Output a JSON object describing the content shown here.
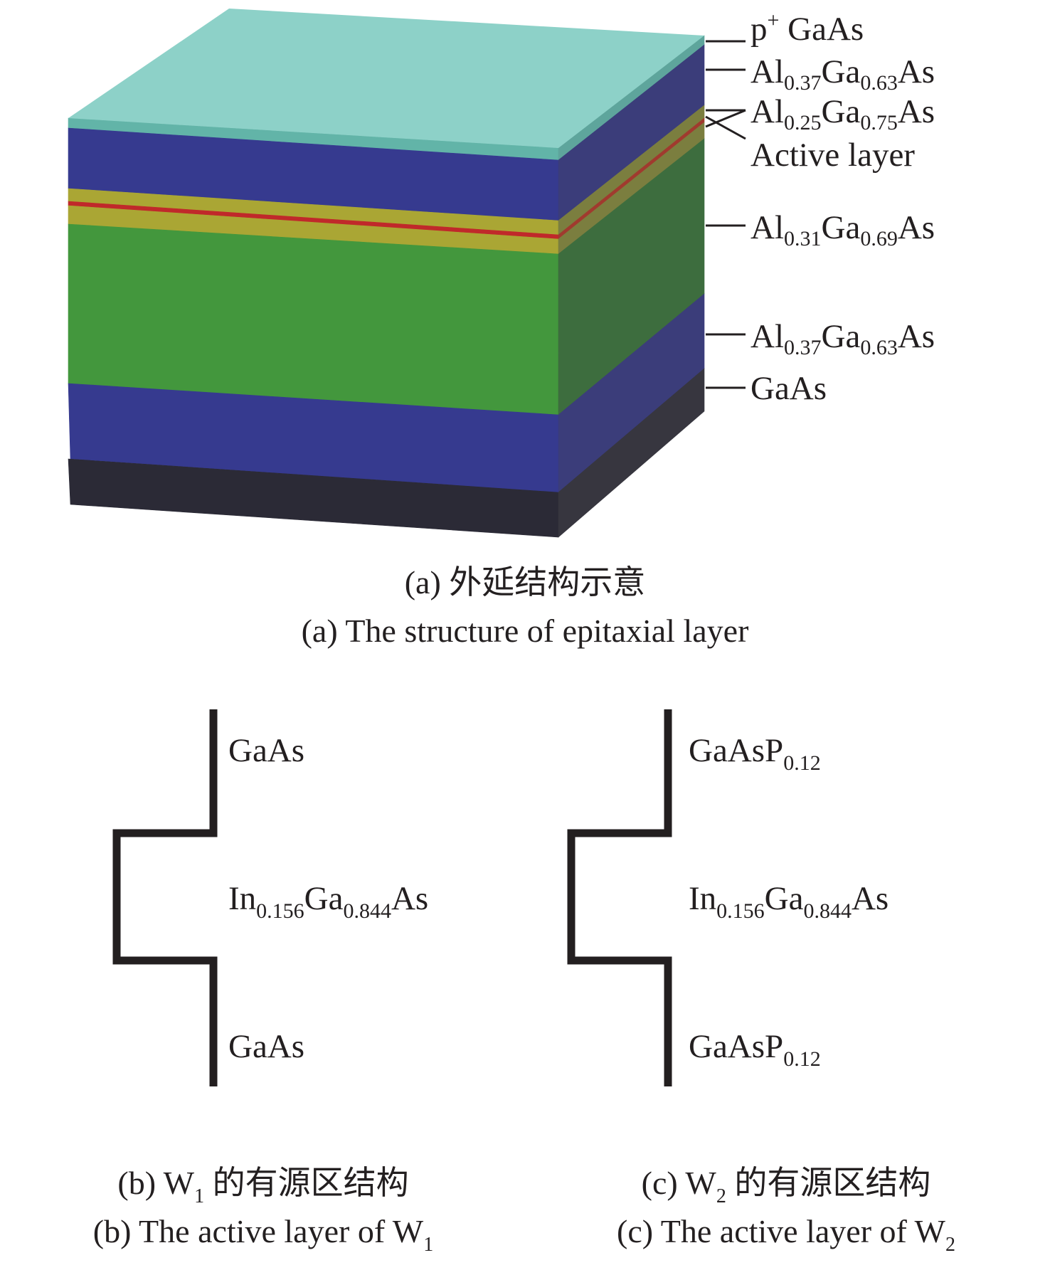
{
  "figure_a": {
    "layers": [
      {
        "id": "p-gaas",
        "label_main": "p",
        "label_sup": "+",
        "label_rest": " GaAs",
        "front_color": "#62b4a8",
        "side_color": "#5ea59c"
      },
      {
        "id": "al037-top",
        "label_parts": [
          "Al",
          "0.37",
          "Ga",
          "0.63",
          "As"
        ],
        "front_color": "#363a8f",
        "side_color": "#3b3d7a"
      },
      {
        "id": "al025-top",
        "label_parts": [
          "Al",
          "0.25",
          "Ga",
          "0.75",
          "As"
        ],
        "front_color": "#aaa634",
        "side_color": "#7b7e3f"
      },
      {
        "id": "active",
        "label": "Active layer",
        "front_color": "#c0292a",
        "side_color": "#a03a2e"
      },
      {
        "id": "al025-bottom",
        "front_color": "#aaa634",
        "side_color": "#7b7e3f"
      },
      {
        "id": "al031",
        "label_parts": [
          "Al",
          "0.31",
          "Ga",
          "0.69",
          "As"
        ],
        "front_color": "#43973d",
        "side_color": "#3d6d3e"
      },
      {
        "id": "al037-bottom",
        "label_parts": [
          "Al",
          "0.37",
          "Ga",
          "0.63",
          "As"
        ],
        "front_color": "#363a8f",
        "side_color": "#3b3d7a"
      },
      {
        "id": "gaas-substrate",
        "label": "GaAs",
        "front_color": "#2b2a36",
        "side_color": "#37363f"
      }
    ],
    "top_color": "#8dd1c8",
    "caption_cn": "(a) 外延结构示意",
    "caption_en": "(a) The structure of epitaxial layer"
  },
  "figure_b": {
    "top_label": "GaAs",
    "well_label_parts": [
      "In",
      "0.156",
      "Ga",
      "0.844",
      "As"
    ],
    "bottom_label": "GaAs",
    "caption_cn_prefix": "(b) W",
    "caption_cn_sub": "1",
    "caption_cn_suffix": " 的有源区结构",
    "caption_en_prefix": "(b) The active layer of W",
    "caption_en_sub": "1"
  },
  "figure_c": {
    "top_label_main": "GaAsP",
    "top_label_sub": "0.12",
    "well_label_parts": [
      "In",
      "0.156",
      "Ga",
      "0.844",
      "As"
    ],
    "bottom_label_main": "GaAsP",
    "bottom_label_sub": "0.12",
    "caption_cn_prefix": "(c) W",
    "caption_cn_sub": "2",
    "caption_cn_suffix": " 的有源区结构",
    "caption_en_prefix": "(c) The active layer of W",
    "caption_en_sub": "2"
  },
  "colors": {
    "line": "#231f20"
  }
}
